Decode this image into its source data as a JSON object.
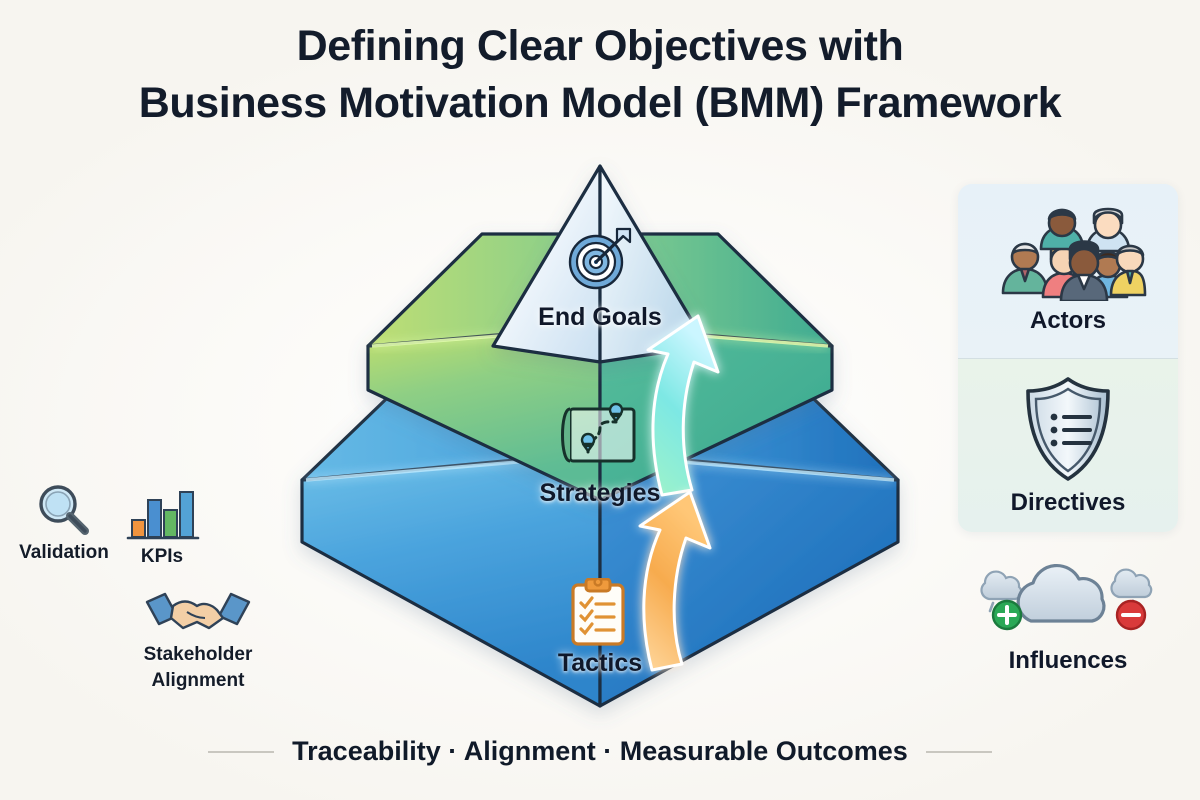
{
  "title": {
    "line1": "Defining Clear Objectives with",
    "line2": "Business Motivation Model (BMM) Framework"
  },
  "pyramid": {
    "tiers": [
      {
        "label": "End Goals",
        "icon": "target-icon",
        "color": "#dbe9f5",
        "level": "apex"
      },
      {
        "label": "Strategies",
        "icon": "roadmap-icon",
        "color": "#57b98c",
        "level": "middle"
      },
      {
        "label": "Tactics",
        "icon": "clipboard-icon",
        "color": "#2f86cf",
        "level": "base"
      }
    ],
    "arrows": [
      {
        "name": "tactics-to-strategies-arrow",
        "color": "#f5a742",
        "from": "Tactics",
        "to": "Strategies"
      },
      {
        "name": "strategies-to-goals-arrow",
        "color": "#67e2d8",
        "from": "Strategies",
        "to": "End Goals"
      }
    ]
  },
  "left_items": [
    {
      "label": "Validation",
      "icon": "magnifier-icon"
    },
    {
      "label": "KPIs",
      "icon": "bar-chart-icon",
      "bars": [
        {
          "value": 38,
          "color": "#f0943f"
        },
        {
          "value": 78,
          "color": "#4a8fd0"
        },
        {
          "value": 58,
          "color": "#64b863"
        },
        {
          "value": 100,
          "color": "#4a8fd0"
        }
      ]
    },
    {
      "label_line1": "Stakeholder",
      "label_line2": "Alignment",
      "icon": "handshake-icon"
    }
  ],
  "right_panel": {
    "sections": [
      {
        "label": "Actors",
        "icon": "people-group-icon",
        "bg": "#e7f1f8"
      },
      {
        "label": "Directives",
        "icon": "shield-list-icon",
        "bg": "#e9f3ea"
      },
      {
        "label": "Influences",
        "icon": "clouds-icon",
        "bg": "#faf9f5",
        "badges": [
          {
            "name": "positive-influence-badge",
            "symbol": "+",
            "color": "#22a14f"
          },
          {
            "name": "negative-influence-badge",
            "symbol": "−",
            "color": "#d93a3a"
          }
        ]
      }
    ]
  },
  "footer": {
    "caption": "Traceability · Alignment · Measurable Outcomes"
  },
  "colors": {
    "background": "#faf9f5",
    "title": "#131c2b",
    "apex": "#dbe9f5",
    "middle_green": "#57b98c",
    "base_blue": "#2f86cf",
    "outline": "#1c2d42"
  }
}
